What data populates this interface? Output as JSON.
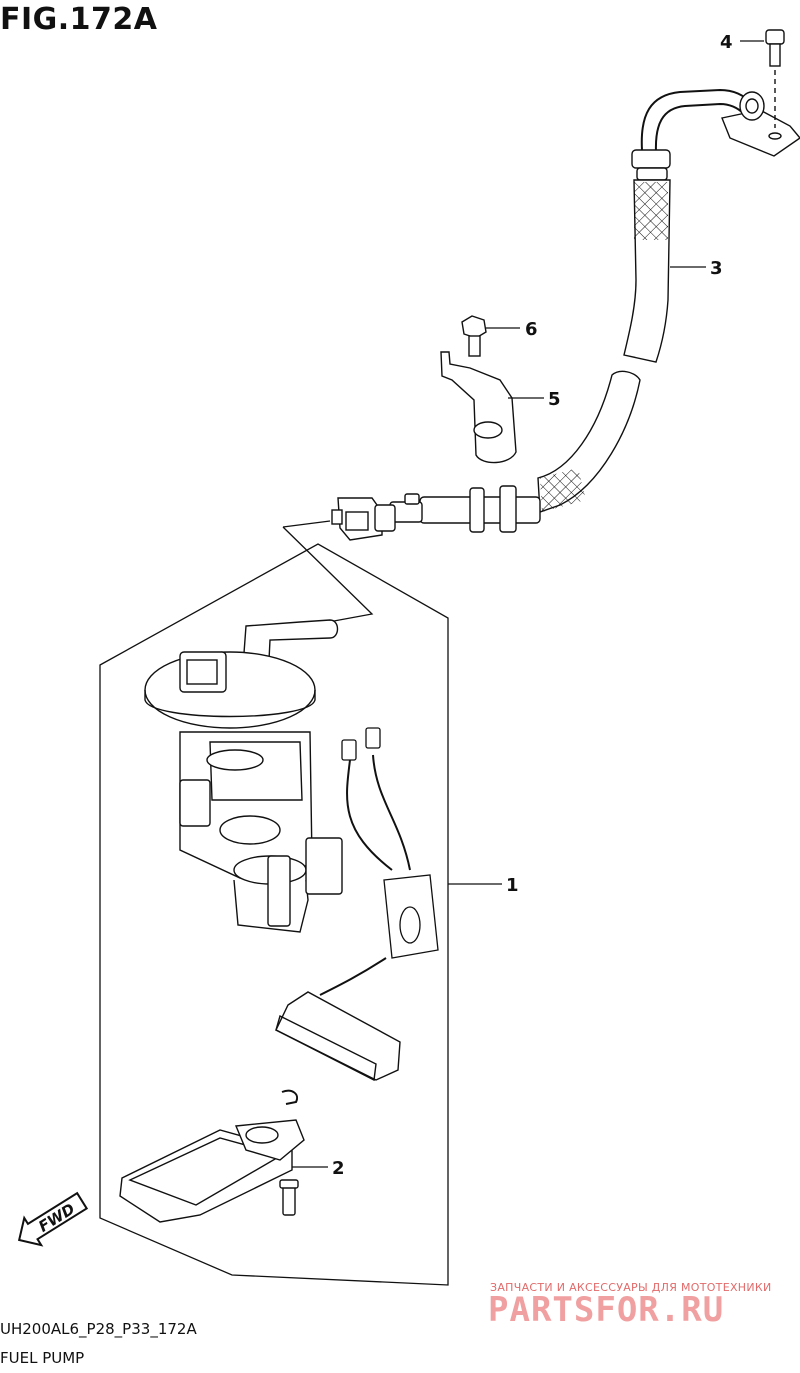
{
  "figure": {
    "title": "FIG.172A",
    "code": "UH200AL6_P28_P33_172A",
    "name": "FUEL PUMP"
  },
  "callouts": [
    {
      "id": "1"
    },
    {
      "id": "2"
    },
    {
      "id": "3"
    },
    {
      "id": "4"
    },
    {
      "id": "5"
    },
    {
      "id": "6"
    }
  ],
  "direction_badge": "FWD",
  "watermark": {
    "tagline": "ЗАПЧАСТИ И АКСЕССУАРЫ ДЛЯ МОТОТЕХНИКИ",
    "brand": "PARTSFOR.RU",
    "color": "#e26a6a"
  },
  "colors": {
    "line": "#111111",
    "background": "#ffffff"
  }
}
